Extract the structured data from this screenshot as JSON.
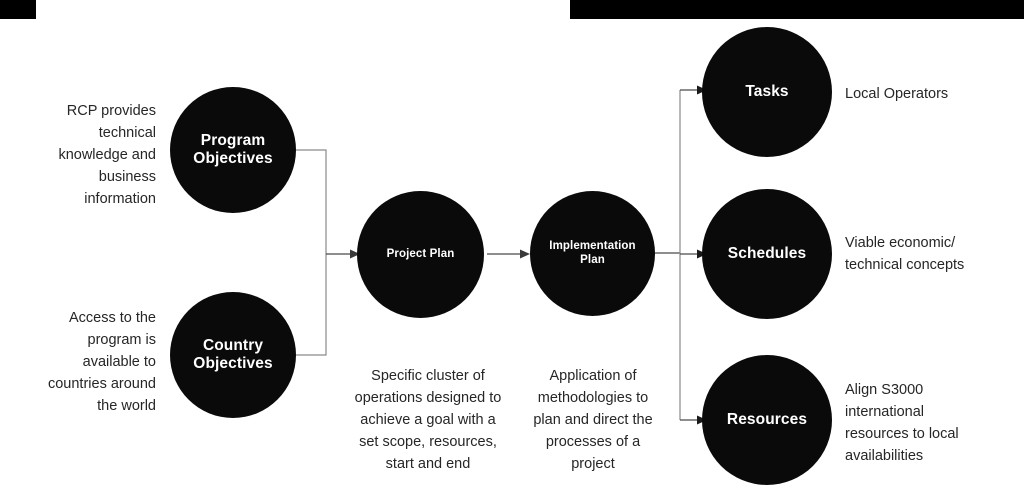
{
  "diagram": {
    "title": "RCP program objectives to project implementation flow",
    "background_color": "#ffffff",
    "node_color": "#0a0a0a",
    "node_text_color": "#ffffff",
    "caption_text_color": "#262626",
    "connector_color": "#595959"
  },
  "decor": {
    "top_bar_left_label": "top-black-bar-left",
    "top_bar_right_label": "top-black-bar-right",
    "bar_color": "#000000"
  },
  "inputs": [
    {
      "id": "program-objectives",
      "node_label": "Program\nObjectives",
      "node_label_line1": "Program",
      "node_label_line2": "Objectives",
      "caption": "RCP provides technical knowledge and business information"
    },
    {
      "id": "country-objectives",
      "node_label": "Country\nObjectives",
      "node_label_line1": "Country",
      "node_label_line2": "Objectives",
      "caption": "Access to the program is available to countries around the world"
    }
  ],
  "stages": [
    {
      "id": "project-plan",
      "node_label": "Project Plan",
      "caption": "Specific cluster of operations designed to achieve a goal with a set scope, resources, start and end"
    },
    {
      "id": "implementation-plan",
      "node_label": "Implementation\nPlan",
      "node_label_line1": "Implementation",
      "node_label_line2": "Plan",
      "caption": "Application of methodologies to plan and direct the processes of a project"
    }
  ],
  "outputs": [
    {
      "id": "tasks",
      "node_label": "Tasks",
      "caption": "Local Operators"
    },
    {
      "id": "schedules",
      "node_label": "Schedules",
      "caption": "Viable economic/ technical concepts"
    },
    {
      "id": "resources",
      "node_label": "Resources",
      "caption": "Align S3000 international resources to local availabilities"
    }
  ]
}
